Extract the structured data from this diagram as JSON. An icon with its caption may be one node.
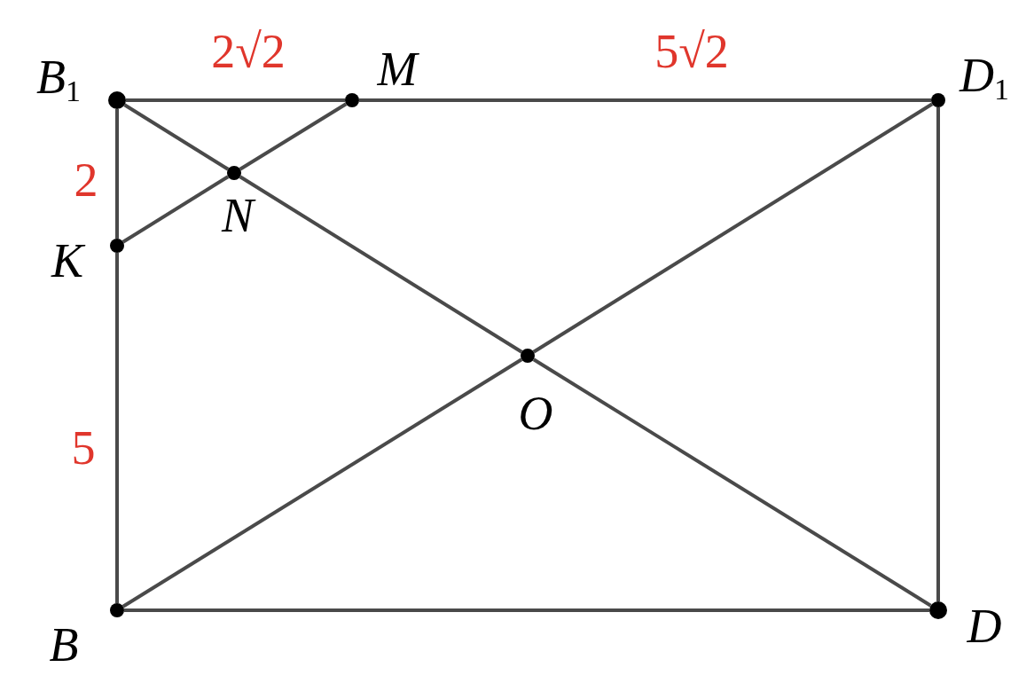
{
  "diagram": {
    "nodes": [
      {
        "text": [],
        "shape": "circle",
        "beside": [
          "B$_{1}$"
        ]
      },
      {
        "text": [],
        "shape": "circle",
        "beside": [
          "M"
        ]
      },
      {
        "text": [],
        "shape": "circle",
        "beside": [
          "D$_{1}$"
        ]
      },
      {
        "text": [],
        "shape": "circle",
        "beside": [
          "N"
        ]
      },
      {
        "text": [],
        "shape": "circle",
        "beside": [
          "K"
        ]
      },
      {
        "text": [],
        "shape": "circle",
        "beside": [
          "O"
        ]
      },
      {
        "text": [],
        "shape": "circle",
        "beside": [
          "B"
        ]
      },
      {
        "text": [],
        "shape": "circle",
        "beside": [
          "D"
        ]
      }
    ],
    "edges": [
      {
        "from": 0,
        "to": 1,
        "arrow": "none"
      },
      {
        "from": 1,
        "to": 2,
        "arrow": "none"
      },
      {
        "from": 0,
        "to": 4,
        "arrow": "none"
      },
      {
        "from": 4,
        "to": 6,
        "arrow": "none"
      },
      {
        "from": 6,
        "to": 7,
        "arrow": "none"
      },
      {
        "from": 2,
        "to": 7,
        "arrow": "none"
      },
      {
        "from": 0,
        "to": 3,
        "arrow": "none"
      },
      {
        "from": 3,
        "to": 5,
        "arrow": "none"
      },
      {
        "from": 5,
        "to": 7,
        "arrow": "none"
      },
      {
        "from": 6,
        "to": 5,
        "arrow": "none"
      },
      {
        "from": 5,
        "to": 2,
        "arrow": "none"
      },
      {
        "from": 4,
        "to": 3,
        "arrow": "none"
      },
      {
        "from": 3,
        "to": 1,
        "arrow": "none"
      }
    ],
    "labels": [
      "2√2",
      "5√2",
      "2",
      "5"
    ]
  }
}
